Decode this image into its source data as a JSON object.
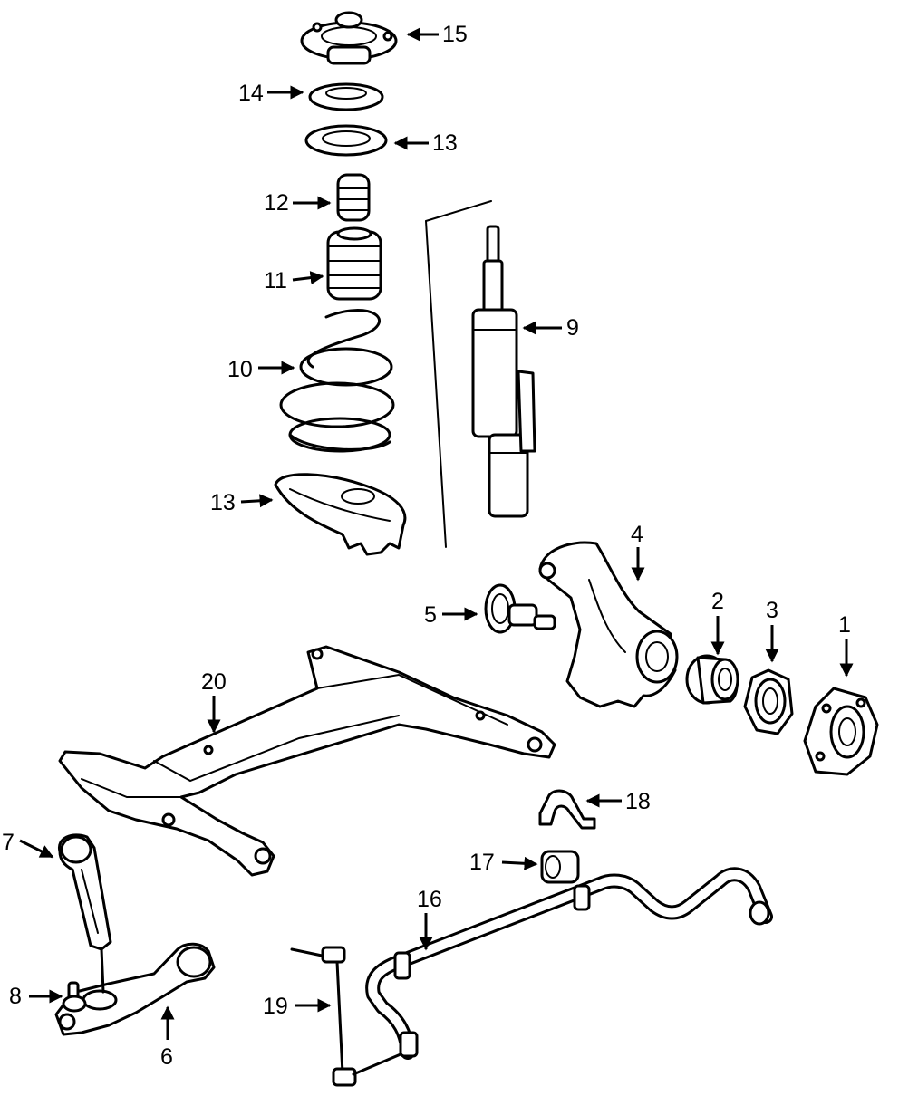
{
  "callouts": {
    "c1": "1",
    "c2": "2",
    "c3": "3",
    "c4": "4",
    "c5": "5",
    "c6": "6",
    "c7": "7",
    "c8": "8",
    "c9": "9",
    "c10": "10",
    "c11": "11",
    "c12": "12",
    "c13a": "13",
    "c13b": "13",
    "c14": "14",
    "c15": "15",
    "c16": "16",
    "c17": "17",
    "c18": "18",
    "c19": "19",
    "c20": "20"
  }
}
